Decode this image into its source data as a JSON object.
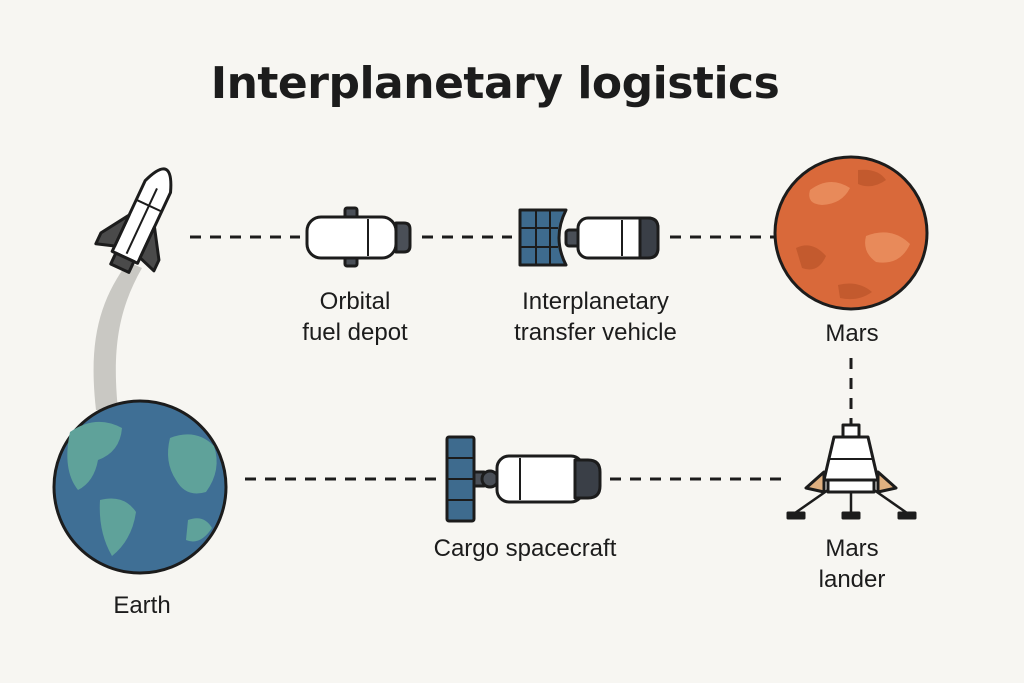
{
  "title": "Interplanetary logistics",
  "nodes": {
    "depot": {
      "line1": "Orbital",
      "line2": "fuel depot"
    },
    "transfer": {
      "line1": "Interplanetary",
      "line2": "transfer vehicle"
    },
    "mars": {
      "label": "Mars"
    },
    "earth": {
      "label": "Earth"
    },
    "cargo": {
      "label": "Cargo spacecraft"
    },
    "lander": {
      "line1": "Mars",
      "line2": "lander"
    }
  },
  "colors": {
    "background": "#f7f6f2",
    "mars": "#d9693a",
    "earth_ocean": "#3f6f95",
    "earth_land": "#5fa29a",
    "panel": "#3e6b8e",
    "outline": "#1c1c1c"
  }
}
